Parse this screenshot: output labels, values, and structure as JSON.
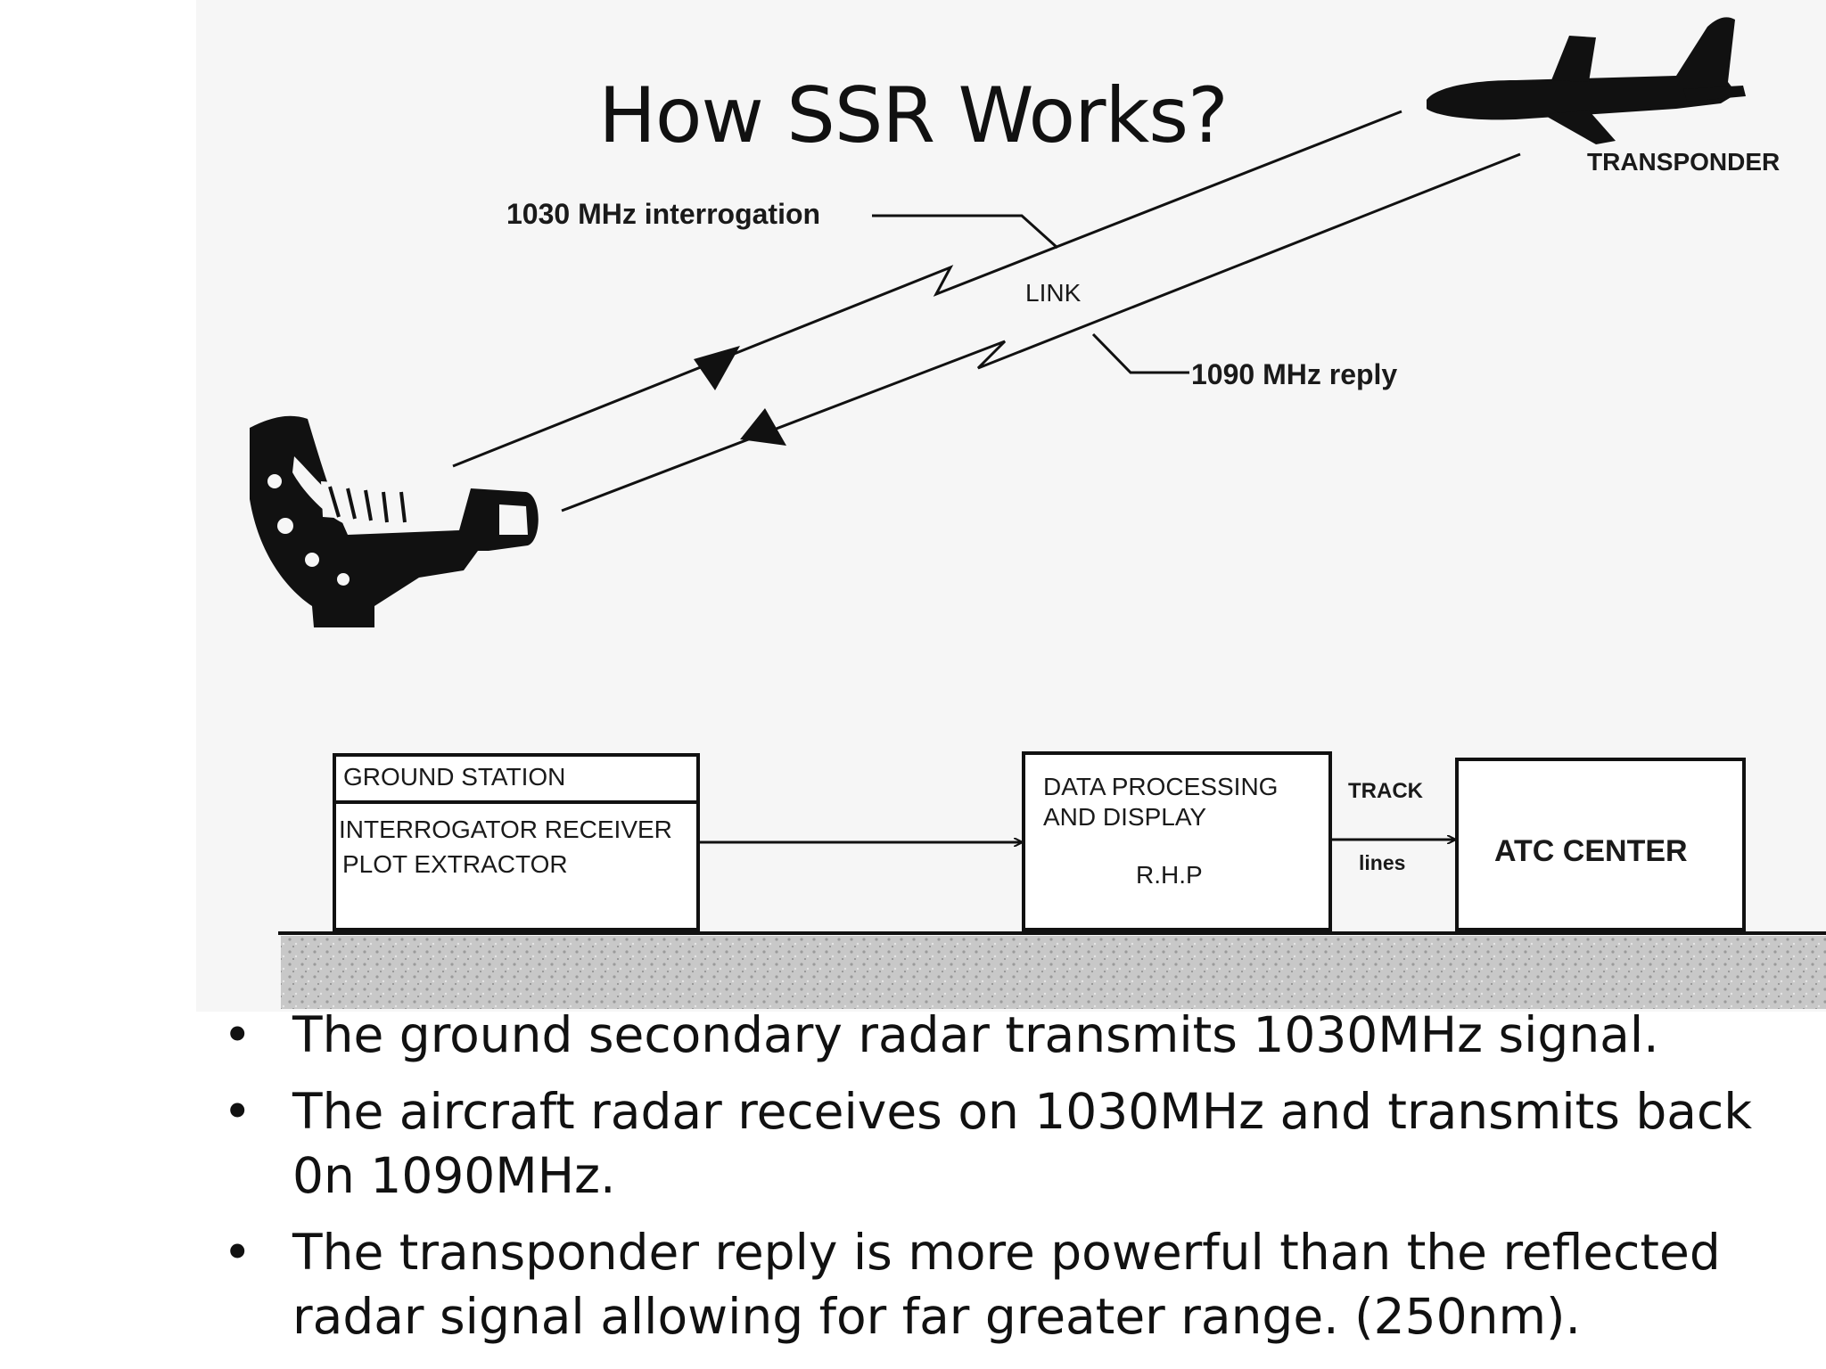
{
  "title": "How SSR Works?",
  "diagram": {
    "transponder_label": "TRANSPONDER",
    "interrogation_label": "1030 MHz interrogation",
    "link_label": "LINK",
    "reply_label": "1090 MHz reply",
    "ground_station_label": "GROUND STATION",
    "interrogator_label": "INTERROGATOR RECEIVER",
    "plot_extractor_label": "PLOT EXTRACTOR",
    "data_processing_label": "DATA PROCESSING AND DISPLAY",
    "rhp_label": "R.H.P",
    "track_label": "TRACK",
    "lines_label": "lines",
    "atc_center_label": "ATC CENTER"
  },
  "bullets": [
    "The ground secondary radar transmits 1030MHz signal.",
    "The aircraft radar receives on 1030MHz and transmits back 0n 1090MHz.",
    "The transponder reply is more powerful than the reflected radar signal allowing for far greater range. (250nm)."
  ],
  "colors": {
    "ink": "#111111",
    "ground": "#bdbdbd",
    "scan_background": "#f6f6f6"
  },
  "icons": {
    "aircraft": "airplane-icon",
    "antenna": "radar-antenna-icon"
  }
}
